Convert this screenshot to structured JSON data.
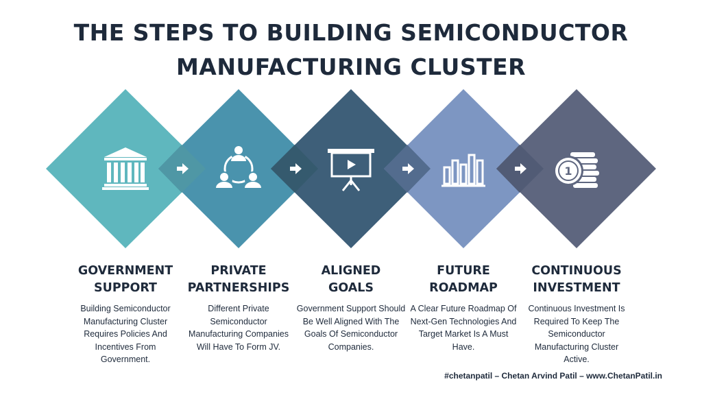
{
  "title": {
    "line1": "THE STEPS TO BUILDING SEMICONDUCTOR",
    "line2": "MANUFACTURING CLUSTER"
  },
  "steps": [
    {
      "title_line1": "GOVERNMENT",
      "title_line2": "SUPPORT",
      "description": "Building Semiconductor Manufacturing Cluster Requires Policies And Incentives From Government.",
      "color": "#5fb7be",
      "icon": "government-building-icon"
    },
    {
      "title_line1": "PRIVATE",
      "title_line2": "PARTNERSHIPS",
      "description": "Different Private Semiconductor Manufacturing Companies Will Have To Form JV.",
      "color": "#4a93ad",
      "icon": "team-partnership-icon"
    },
    {
      "title_line1": "ALIGNED",
      "title_line2": "GOALS",
      "description": "Government Support Should Be Well Aligned With The Goals Of Semiconductor Companies.",
      "color": "#3e5f79",
      "icon": "presentation-board-icon"
    },
    {
      "title_line1": "FUTURE",
      "title_line2": "ROADMAP",
      "description": "A Clear Future Roadmap Of Next-Gen Technologies And Target Market Is A Must Have.",
      "color": "#7d96c2",
      "icon": "bar-chart-icon"
    },
    {
      "title_line1": "CONTINUOUS",
      "title_line2": "INVESTMENT",
      "description": "Continuous Investment Is Required To Keep The Semiconductor Manufacturing Cluster Active.",
      "color": "#5e667f",
      "icon": "coin-stack-icon"
    }
  ],
  "connectors": [
    {
      "color": "#4f97a5"
    },
    {
      "color": "#355a6e"
    },
    {
      "color": "#536c8e"
    },
    {
      "color": "#515b75"
    }
  ],
  "coin_label": "1",
  "footer": "#chetanpatil – Chetan Arvind Patil – www.ChetanPatil.in"
}
